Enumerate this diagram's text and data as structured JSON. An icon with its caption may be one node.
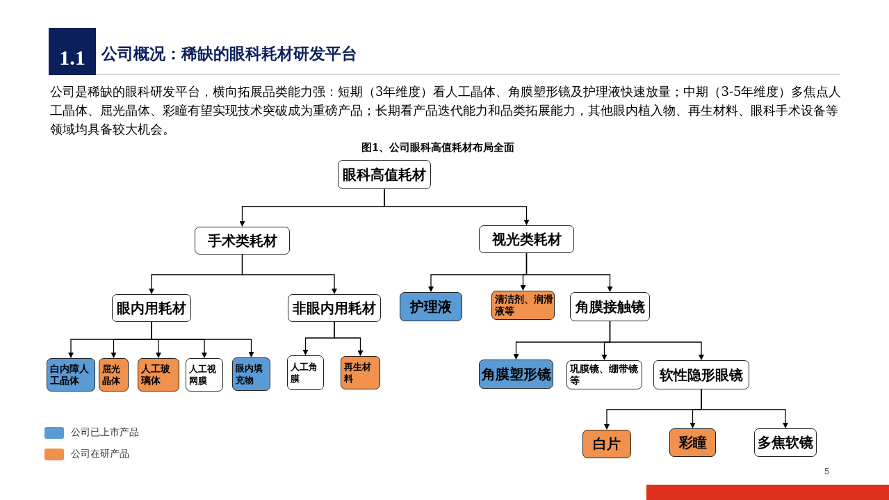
{
  "diagram": {
    "title": "公司概况：稀缺的眼科耗材研发平台",
    "caption": "图1、公司眼科高值耗材布局全面",
    "nodes": [
      {
        "text": [
          "眼科高值耗材"
        ]
      },
      {
        "text": [
          "手术类耗材"
        ]
      },
      {
        "text": [
          "视光类耗材"
        ]
      },
      {
        "text": [
          "眼内用耗材"
        ]
      },
      {
        "text": [
          "非眼内用耗材"
        ]
      },
      {
        "text": [
          "护理液"
        ]
      },
      {
        "text": [
          "清洁剂、润滑液等"
        ]
      },
      {
        "text": [
          "角膜接触镜"
        ]
      },
      {
        "text": [
          "白内障人工晶体"
        ]
      },
      {
        "text": [
          "屈光晶体"
        ]
      },
      {
        "text": [
          "人工玻璃体"
        ]
      },
      {
        "text": [
          "人工视网膜"
        ]
      },
      {
        "text": [
          "眼内填充物"
        ]
      },
      {
        "text": [
          "人工角膜"
        ]
      },
      {
        "text": [
          "再生材料"
        ]
      },
      {
        "text": [
          "角膜塑形镜"
        ]
      },
      {
        "text": [
          "巩膜镜、绷带镜等"
        ]
      },
      {
        "text": [
          "软性隐形眼镜"
        ]
      },
      {
        "text": [
          "白片"
        ]
      },
      {
        "text": [
          "彩瞳"
        ]
      },
      {
        "text": [
          "多焦软镜"
        ]
      }
    ],
    "edges": [
      {
        "from": 0,
        "to": 1,
        "arrow": "to"
      },
      {
        "from": 0,
        "to": 2,
        "arrow": "to"
      },
      {
        "from": 1,
        "to": 3,
        "arrow": "to"
      },
      {
        "from": 1,
        "to": 4,
        "arrow": "to"
      },
      {
        "from": 2,
        "to": 5,
        "arrow": "to"
      },
      {
        "from": 2,
        "to": 6,
        "arrow": "to"
      },
      {
        "from": 2,
        "to": 7,
        "arrow": "to"
      },
      {
        "from": 3,
        "to": 8,
        "arrow": "to"
      },
      {
        "from": 3,
        "to": 9,
        "arrow": "to"
      },
      {
        "from": 3,
        "to": 10,
        "arrow": "to"
      },
      {
        "from": 3,
        "to": 11,
        "arrow": "to"
      },
      {
        "from": 3,
        "to": 12,
        "arrow": "to"
      },
      {
        "from": 4,
        "to": 13,
        "arrow": "to"
      },
      {
        "from": 4,
        "to": 14,
        "arrow": "to"
      },
      {
        "from": 7,
        "to": 15,
        "arrow": "to"
      },
      {
        "from": 7,
        "to": 16,
        "arrow": "to"
      },
      {
        "from": 7,
        "to": 17,
        "arrow": "to"
      },
      {
        "from": 17,
        "to": 18,
        "arrow": "to"
      },
      {
        "from": 17,
        "to": 19,
        "arrow": "to"
      },
      {
        "from": 17,
        "to": 20,
        "arrow": "to"
      }
    ],
    "labels": [
      "1.1",
      "公司是稀缺的眼科研发平台，横向拓展品类能力强：短期（3年维度）看人工晶体、角膜塑形镜及护理液快速放量；中期（3-5年维度）多焦点人工晶体、屈光晶体、彩瞳有望实现技术突破成为重磅产品；长期看产品迭代能力和品类拓展能力，其他眼内植入物、再生材料、眼科手术设备等领域均具备较大机会。",
      "5"
    ],
    "legend": [
      {
        "text": "公司已上市产品",
        "color": "#5b9bd5"
      },
      {
        "text": "公司在研产品",
        "color": "#f0914d"
      }
    ]
  }
}
